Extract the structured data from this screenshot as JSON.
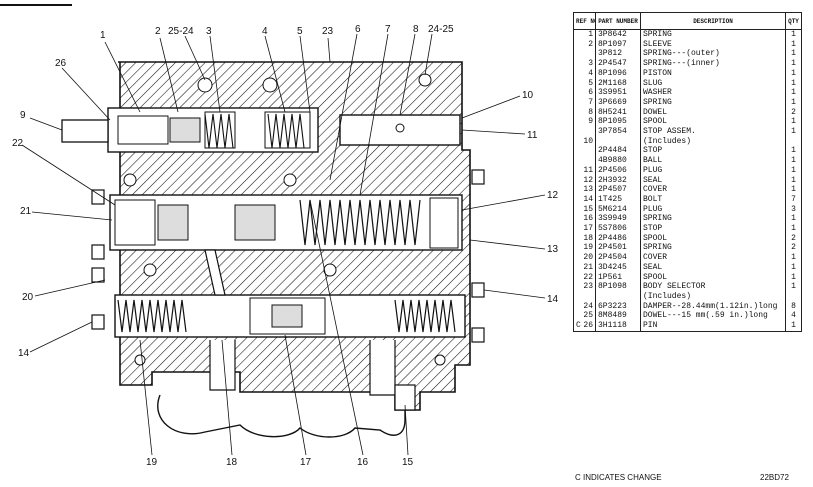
{
  "callouts": [
    "1",
    "2",
    "25-24",
    "3",
    "4",
    "5",
    "23",
    "6",
    "7",
    "8",
    "24-25",
    "26",
    "9",
    "10",
    "11",
    "22",
    "12",
    "21",
    "13",
    "20",
    "14",
    "14",
    "19",
    "18",
    "17",
    "16",
    "15"
  ],
  "table": {
    "headers": {
      "ref": "REF NO.",
      "part": "PART NUMBER",
      "desc": "DESCRIPTION",
      "qty": "QTY"
    },
    "rows": [
      {
        "c": "",
        "ref": "1",
        "part": "3P8642",
        "desc": "SPRING",
        "qty": "1"
      },
      {
        "c": "",
        "ref": "2",
        "part": "8P1097",
        "desc": "SLEEVE",
        "qty": "1"
      },
      {
        "c": "",
        "ref": "",
        "part": "3P812",
        "desc": "SPRING---(outer)",
        "qty": "1"
      },
      {
        "c": "",
        "ref": "3",
        "part": "2P4547",
        "desc": "SPRING---(inner)",
        "qty": "1"
      },
      {
        "c": "",
        "ref": "4",
        "part": "8P1096",
        "desc": "PISTON",
        "qty": "1"
      },
      {
        "c": "",
        "ref": "5",
        "part": "2M1168",
        "desc": "SLUG",
        "qty": "1"
      },
      {
        "c": "",
        "ref": "6",
        "part": "3S9951",
        "desc": "WASHER",
        "qty": "1"
      },
      {
        "c": "",
        "ref": "7",
        "part": "3P6669",
        "desc": "SPRING",
        "qty": "1"
      },
      {
        "c": "",
        "ref": "8",
        "part": "8H5241",
        "desc": "DOWEL",
        "qty": "2"
      },
      {
        "c": "",
        "ref": "9",
        "part": "8P1095",
        "desc": "SPOOL",
        "qty": "1"
      },
      {
        "c": "",
        "ref": "",
        "part": "3P7854",
        "desc": "STOP ASSEM.",
        "qty": "1"
      },
      {
        "c": "",
        "ref": "10",
        "part": "",
        "desc": "(Includes)",
        "qty": ""
      },
      {
        "c": "",
        "ref": "",
        "part": "2P4484",
        "desc": "STOP",
        "qty": "1"
      },
      {
        "c": "",
        "ref": "",
        "part": "4B9880",
        "desc": "BALL",
        "qty": "1"
      },
      {
        "c": "",
        "ref": "11",
        "part": "2P4506",
        "desc": "PLUG",
        "qty": "1"
      },
      {
        "c": "",
        "ref": "12",
        "part": "2H3932",
        "desc": "SEAL",
        "qty": "1"
      },
      {
        "c": "",
        "ref": "13",
        "part": "2P4507",
        "desc": "COVER",
        "qty": "1"
      },
      {
        "c": "",
        "ref": "14",
        "part": "1T425",
        "desc": "BOLT",
        "qty": "7"
      },
      {
        "c": "",
        "ref": "15",
        "part": "5M6214",
        "desc": "PLUG",
        "qty": "3"
      },
      {
        "c": "",
        "ref": "16",
        "part": "3S9949",
        "desc": "SPRING",
        "qty": "1"
      },
      {
        "c": "",
        "ref": "17",
        "part": "5S7806",
        "desc": "STOP",
        "qty": "1"
      },
      {
        "c": "",
        "ref": "18",
        "part": "2P4486",
        "desc": "SPOOL",
        "qty": "2"
      },
      {
        "c": "",
        "ref": "19",
        "part": "2P4501",
        "desc": "SPRING",
        "qty": "2"
      },
      {
        "c": "",
        "ref": "20",
        "part": "2P4504",
        "desc": "COVER",
        "qty": "1"
      },
      {
        "c": "",
        "ref": "21",
        "part": "3D4245",
        "desc": "SEAL",
        "qty": "1"
      },
      {
        "c": "",
        "ref": "22",
        "part": "1P561",
        "desc": "SPOOL",
        "qty": "1"
      },
      {
        "c": "",
        "ref": "23",
        "part": "8P1098",
        "desc": "BODY SELECTOR",
        "qty": "1"
      },
      {
        "c": "",
        "ref": "",
        "part": "",
        "desc": "(Includes)",
        "qty": ""
      },
      {
        "c": "",
        "ref": "24",
        "part": "6P3223",
        "desc": "DAMPER--28.44mm(1.12in.)long",
        "qty": "8"
      },
      {
        "c": "",
        "ref": "25",
        "part": "8M8489",
        "desc": "DOWEL---15 mm(.59 in.)long",
        "qty": "4"
      },
      {
        "c": "C",
        "ref": "26",
        "part": "3H1118",
        "desc": "PIN",
        "qty": "1"
      }
    ]
  },
  "footer": {
    "note": "C INDICATES CHANGE",
    "code": "22BD72"
  }
}
